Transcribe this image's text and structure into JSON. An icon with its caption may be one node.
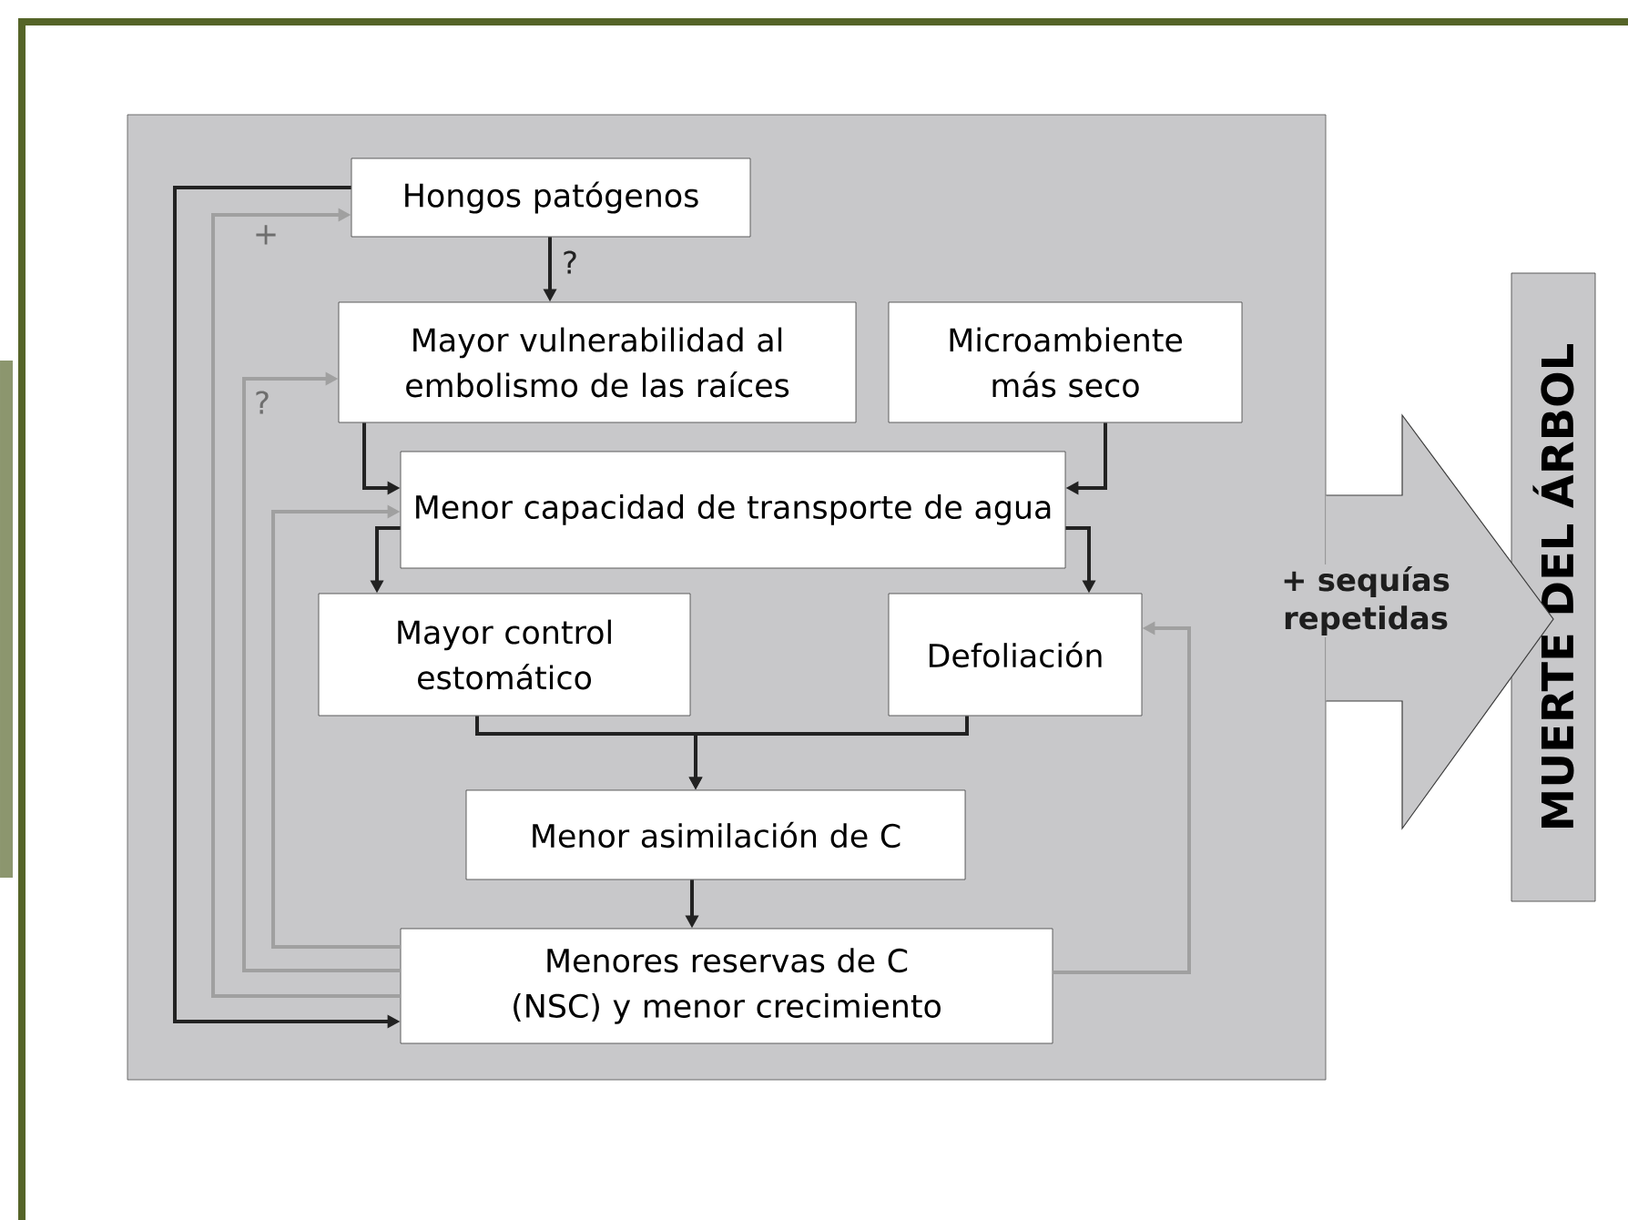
{
  "diagram": {
    "nodes": [
      {
        "text": [],
        "shape": "box"
      },
      {
        "text": [
          "Hongos patógenos"
        ],
        "in": 0
      },
      {
        "text": [
          "Mayor vulnerabilidad al embolismo de las raíces"
        ],
        "in": 0
      },
      {
        "text": [
          "Microambiente más seco"
        ],
        "in": 0
      },
      {
        "text": [
          "Menor capacidad de transporte de agua"
        ],
        "in": 0
      },
      {
        "text": [
          "Mayor control estomático"
        ],
        "in": 0
      },
      {
        "text": [
          "Defoliación"
        ],
        "in": 0
      },
      {
        "text": [
          "Menor asimilación de C"
        ],
        "in": 0
      },
      {
        "text": [
          "Menores reservas de C (NSC) y menor crecimiento"
        ],
        "in": 0
      },
      {
        "text": [
          "MUERTE DEL ÁRBOL"
        ]
      }
    ],
    "edges": [
      {
        "from": 1,
        "to": 2,
        "arrow": "to",
        "label": "?"
      },
      {
        "from": 2,
        "to": 4,
        "arrow": "to"
      },
      {
        "from": 3,
        "to": 4,
        "arrow": "to"
      },
      {
        "from": 4,
        "to": 5,
        "arrow": "to"
      },
      {
        "from": 4,
        "to": 6,
        "arrow": "to"
      },
      {
        "from": 5,
        "to": 7,
        "arrow": "to"
      },
      {
        "from": 6,
        "to": 7,
        "arrow": "to"
      },
      {
        "from": 7,
        "to": 8,
        "arrow": "to"
      },
      {
        "from": 1,
        "to": 8,
        "arrow": "to"
      },
      {
        "from": 8,
        "to": 1,
        "arrow": "to",
        "label": "+",
        "color": "#a0a0a0"
      },
      {
        "from": 8,
        "to": 2,
        "arrow": "to",
        "label": "?",
        "color": "#a0a0a0"
      },
      {
        "from": 8,
        "to": 4,
        "arrow": "to",
        "color": "#a0a0a0"
      },
      {
        "from": 8,
        "to": 6,
        "arrow": "to",
        "color": "#a0a0a0"
      },
      {
        "from": 0,
        "to": 9,
        "arrow": "to",
        "label": "+ sequías repetidas",
        "style": "thick"
      }
    ]
  }
}
